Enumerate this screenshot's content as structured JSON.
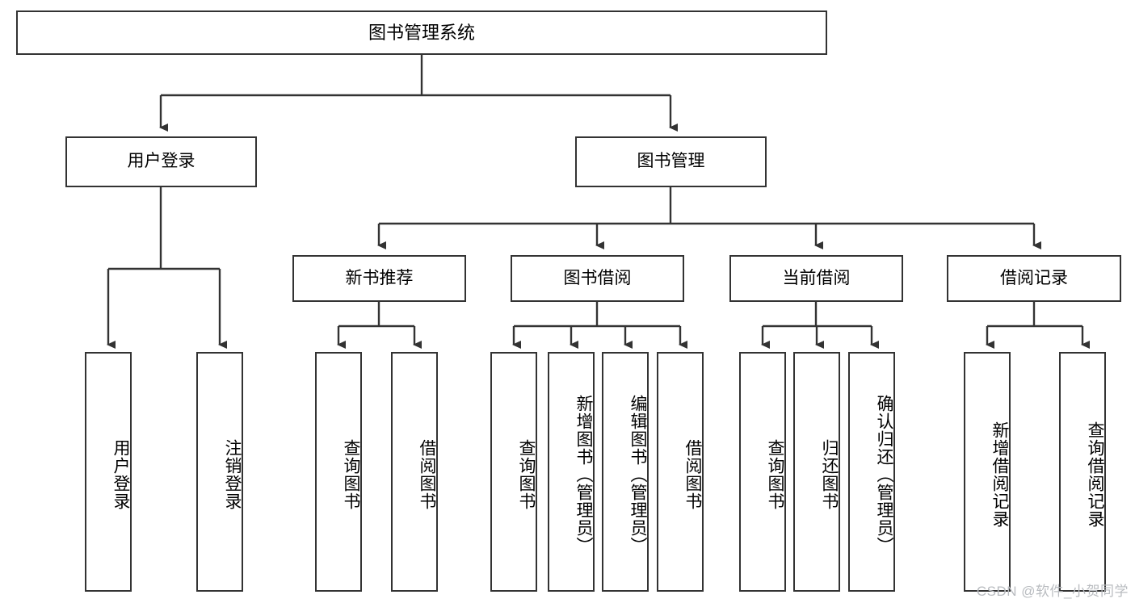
{
  "diagram": {
    "title": "图书管理系统",
    "type": "tree",
    "nodes": {
      "root": {
        "label": "图书管理系统"
      },
      "level2": [
        {
          "id": "user-login",
          "label": "用户登录"
        },
        {
          "id": "book-manage",
          "label": "图书管理"
        }
      ],
      "level3": [
        {
          "id": "new-book-recommend",
          "label": "新书推荐"
        },
        {
          "id": "book-borrow",
          "label": "图书借阅"
        },
        {
          "id": "current-borrow",
          "label": "当前借阅"
        },
        {
          "id": "borrow-record",
          "label": "借阅记录"
        }
      ],
      "leaves": {
        "user-login": [
          {
            "id": "leaf-user-login",
            "label": "用户登录"
          },
          {
            "id": "leaf-user-logout",
            "label": "注销登录"
          }
        ],
        "new-book-recommend": [
          {
            "id": "leaf-query-book-1",
            "label": "查询图书"
          },
          {
            "id": "leaf-borrow-book-1",
            "label": "借阅图书"
          }
        ],
        "book-borrow": [
          {
            "id": "leaf-query-book-2",
            "label": "查询图书"
          },
          {
            "id": "leaf-add-book",
            "label": "新增图书（管理员）"
          },
          {
            "id": "leaf-edit-book",
            "label": "编辑图书（管理员）"
          },
          {
            "id": "leaf-borrow-book-2",
            "label": "借阅图书"
          }
        ],
        "current-borrow": [
          {
            "id": "leaf-query-book-3",
            "label": "查询图书"
          },
          {
            "id": "leaf-return-book",
            "label": "归还图书"
          },
          {
            "id": "leaf-confirm-return",
            "label": "确认归还（管理员）"
          }
        ],
        "borrow-record": [
          {
            "id": "leaf-add-record",
            "label": "新增借阅记录"
          },
          {
            "id": "leaf-query-record",
            "label": "查询借阅记录"
          }
        ]
      }
    },
    "colors": {
      "border": "#333333",
      "background": "#ffffff",
      "text": "#000000",
      "watermark": "#b9bcc0"
    }
  },
  "watermark": {
    "text": "CSDN @软件_小贺同学"
  }
}
